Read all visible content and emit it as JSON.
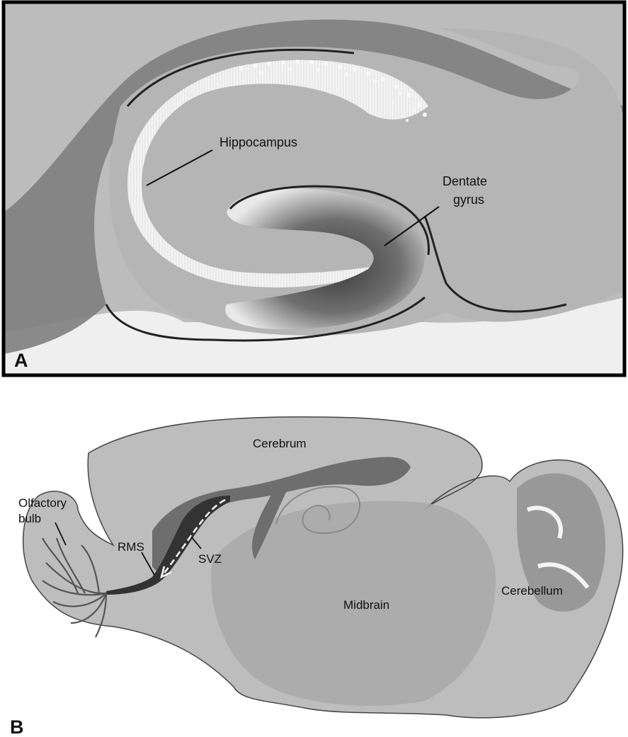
{
  "panel_a": {
    "letter": "A",
    "labels": {
      "hippocampus": "Hippocampus",
      "dentate_line1": "Dentate",
      "dentate_line2": "gyrus"
    }
  },
  "panel_b": {
    "letter": "B",
    "labels": {
      "cerebrum": "Cerebrum",
      "olfactory_line1": "Olfactory",
      "olfactory_line2": "bulb",
      "rms": "RMS",
      "svz": "SVZ",
      "midbrain": "Midbrain",
      "cerebellum": "Cerebellum"
    }
  },
  "colors": {
    "tissue_light": "#c4c4c4",
    "tissue_dark": "#7d7d7d",
    "background_light": "#f2f2f2",
    "brain_section": "#bdbdbd"
  }
}
